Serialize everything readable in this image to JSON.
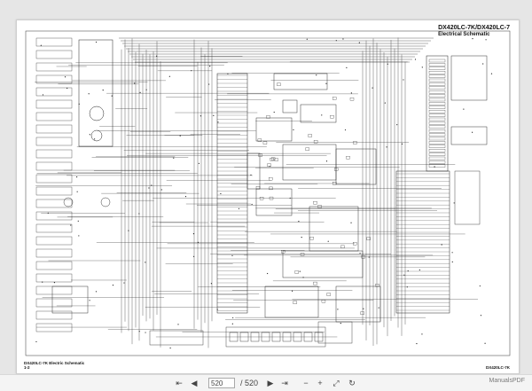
{
  "document": {
    "title_model": "DX420LC-7K/DX420LC-7",
    "title_sub": "Electrical Schematic",
    "footer_left_line1": "DX420LC-7K Electric Schematic",
    "footer_left_line2": "1-2",
    "footer_right": "DX420LC-7K"
  },
  "toolbar": {
    "current_page": "520",
    "page_total": "/ 520",
    "first_icon": "⇤",
    "prev_icon": "◀",
    "next_icon": "▶",
    "last_icon": "⇥",
    "zoom_out_icon": "−",
    "zoom_in_icon": "+",
    "fit_icon": "⤢",
    "rotate_icon": "↻",
    "watermark": "ManualsPDF"
  }
}
